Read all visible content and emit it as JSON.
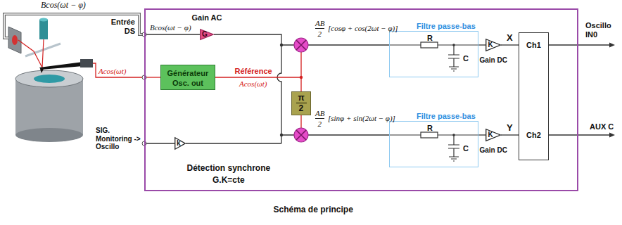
{
  "diagram": {
    "caption": "Schéma de principe",
    "nodes": [
      {
        "text": [
          "Détection synchrone",
          "G.K=cte"
        ]
      },
      {
        "text": [
          "Gain AC",
          "G"
        ],
        "in": 0
      },
      {
        "text": [
          "Générateur",
          "Osc. out"
        ],
        "in": 0
      },
      {
        "text": [
          "π",
          "2"
        ],
        "in": 0
      },
      {
        "text": [
          "Filtre passe-bas",
          "R",
          "C"
        ],
        "in": 0
      },
      {
        "text": [
          "K",
          "Gain DC"
        ],
        "in": 0
      },
      {
        "text": [
          "Filtre passe-bas",
          "R",
          "C"
        ],
        "in": 0
      },
      {
        "text": [
          "K",
          "Gain DC"
        ],
        "in": 0
      },
      {
        "text": [
          "Ch1",
          "Ch2"
        ],
        "in": 0
      },
      {
        "text": [
          "k"
        ],
        "in": 0
      }
    ],
    "edges": [
      {
        "from": 2,
        "to": 3,
        "arrow": "none"
      },
      {
        "from": 4,
        "to": 5,
        "arrow": "none"
      },
      {
        "from": 5,
        "to": 8,
        "label": "X",
        "arrow": "none"
      },
      {
        "from": 6,
        "to": 7,
        "arrow": "none"
      },
      {
        "from": 7,
        "to": 8,
        "label": "Y",
        "arrow": "none"
      }
    ],
    "labels": [
      "Bcos(ωt − φ)",
      "Entrée DS",
      "Bcos(ωt − φ)",
      "Acos(ωt)",
      "Référence",
      "Acos(ωt)",
      "SIG. Monitoring -> Oscillo",
      "AB",
      "2",
      "[cosφ + cos(2ωt − φ)]",
      "AB",
      "2",
      "[sinφ + sin(2ωt − φ)]",
      "Oscillo IN0",
      "AUX C"
    ]
  }
}
